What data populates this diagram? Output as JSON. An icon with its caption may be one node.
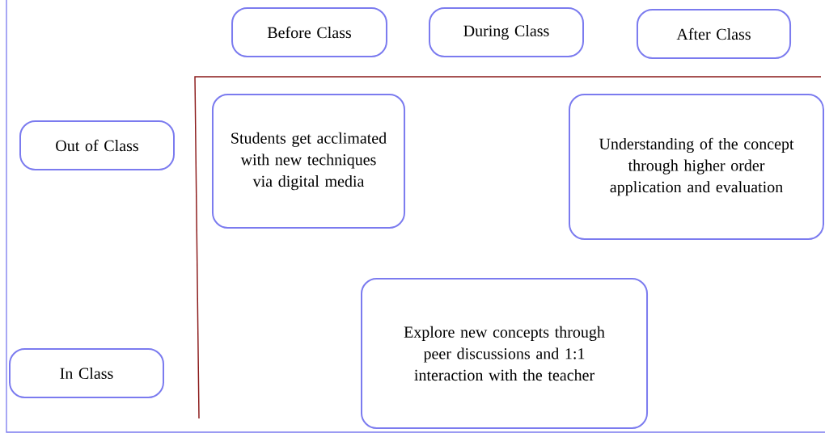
{
  "diagram": {
    "nodes": [
      {
        "text": [
          "Before Class"
        ]
      },
      {
        "text": [
          "During Class"
        ]
      },
      {
        "text": [
          "After Class"
        ]
      },
      {
        "text": [
          "Out of Class"
        ]
      },
      {
        "text": [
          "In Class"
        ]
      },
      {
        "text": [
          "Students get acclimated with new techniques via digital media"
        ]
      },
      {
        "text": [
          "Understanding of the concept through higher order application and evaluation"
        ]
      },
      {
        "text": [
          "Explore new concepts through peer discussions and 1:1 interaction with the teacher"
        ]
      }
    ]
  }
}
